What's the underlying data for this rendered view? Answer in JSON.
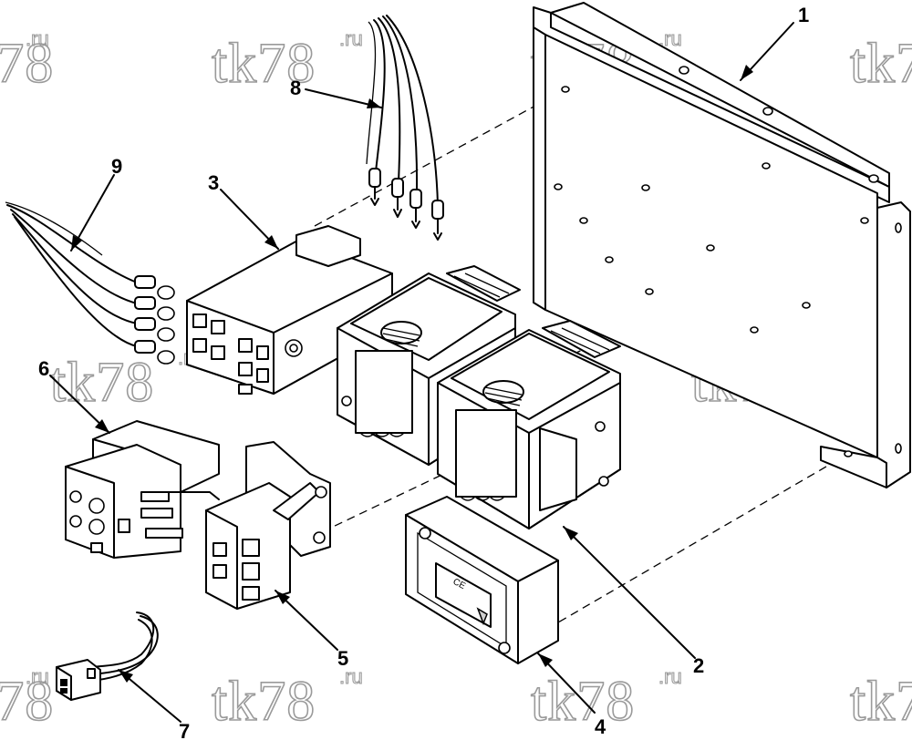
{
  "watermark": {
    "text": "tk78",
    "suffix": ".ru"
  },
  "callouts": [
    {
      "id": "1",
      "label": "1"
    },
    {
      "id": "2",
      "label": "2"
    },
    {
      "id": "3",
      "label": "3"
    },
    {
      "id": "4",
      "label": "4"
    },
    {
      "id": "5",
      "label": "5"
    },
    {
      "id": "6",
      "label": "6"
    },
    {
      "id": "7",
      "label": "7"
    },
    {
      "id": "8",
      "label": "8"
    },
    {
      "id": "9",
      "label": "9"
    }
  ],
  "transformer_marking": "CE"
}
